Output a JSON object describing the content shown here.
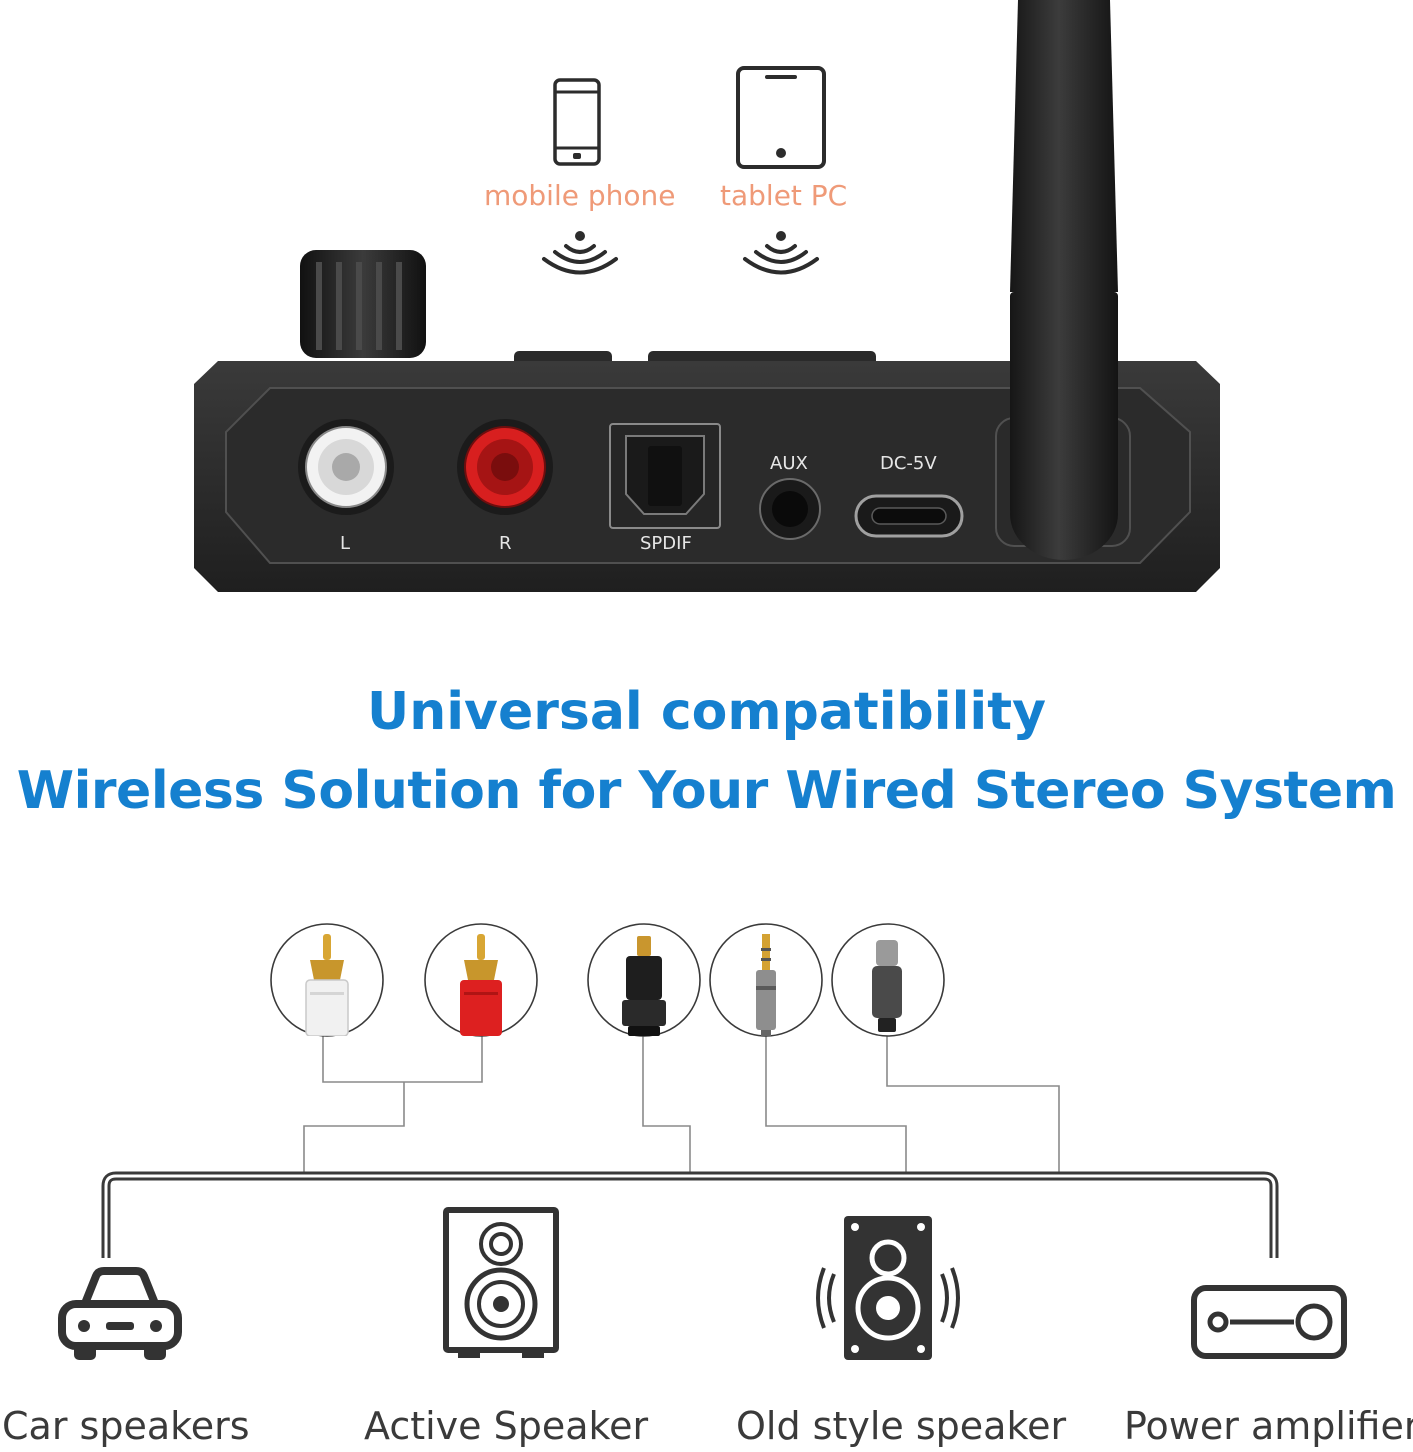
{
  "sources": {
    "phone_label": "mobile phone",
    "tablet_label": "tablet PC"
  },
  "device_ports": {
    "left_label": "L",
    "right_label": "R",
    "optical_label": "SPDIF",
    "aux_label": "AUX",
    "power_label": "DC-5V"
  },
  "headline": {
    "line1": "Universal compatibility",
    "line2": "Wireless Solution for Your Wired Stereo System"
  },
  "connectors": [
    {
      "icon": "rca-white-plug-icon"
    },
    {
      "icon": "rca-red-plug-icon"
    },
    {
      "icon": "optical-plug-icon"
    },
    {
      "icon": "aux-3-5mm-plug-icon"
    },
    {
      "icon": "usb-c-plug-icon"
    }
  ],
  "devices": [
    {
      "label": "Car speakers",
      "icon": "car-icon"
    },
    {
      "label": "Active Speaker",
      "icon": "bookshelf-speaker-icon"
    },
    {
      "label": "Old style speaker",
      "icon": "vintage-speaker-icon"
    },
    {
      "label": "Power amplifier",
      "icon": "amplifier-icon"
    }
  ],
  "colors": {
    "heading": "#1580cf",
    "source_label": "#ef9a78",
    "device_body": "#2c2c2c",
    "line": "#7a7a7a",
    "rca_red": "#d81f1f"
  }
}
